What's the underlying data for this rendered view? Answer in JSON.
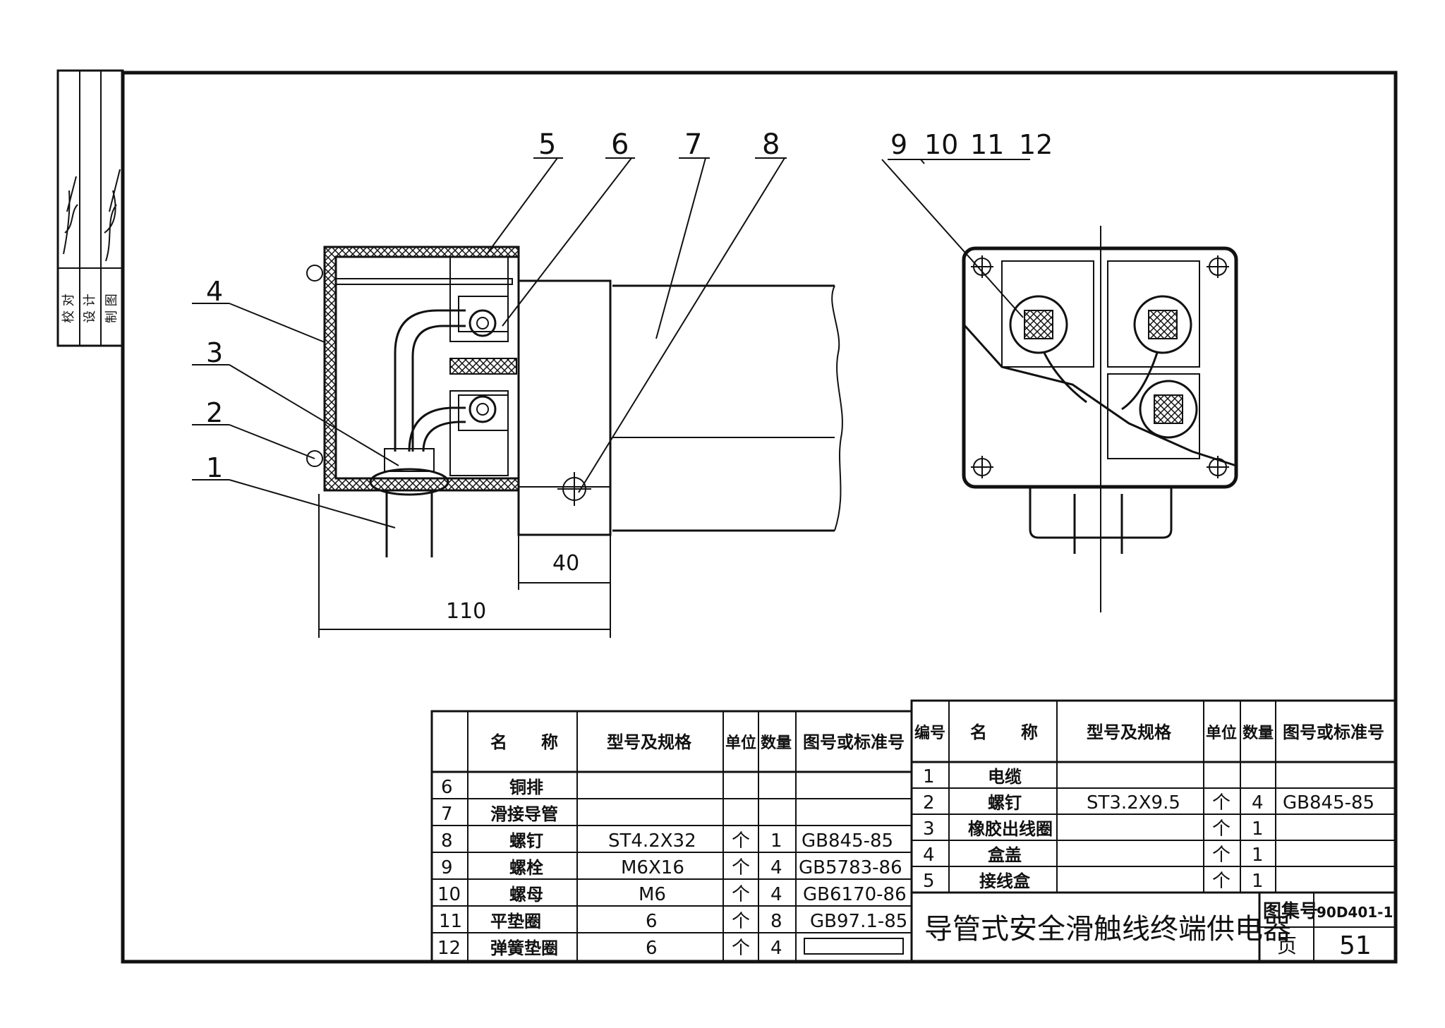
{
  "side_block": {
    "roles": [
      "校 对",
      "设 计",
      "制 图"
    ]
  },
  "callouts": {
    "left": [
      "1",
      "2",
      "3",
      "4",
      "5",
      "6",
      "7",
      "8"
    ],
    "right": [
      "9",
      "10",
      "11",
      "12"
    ]
  },
  "dimensions": {
    "small": "40",
    "large": "110"
  },
  "parts_table": {
    "headers": {
      "name": "名　　称",
      "spec": "型号及规格",
      "unit": "单位",
      "qty": "数量",
      "std": "图号或标准号",
      "no": "编号"
    },
    "left_rows": [
      {
        "no": "6",
        "name": "铜排",
        "spec": "",
        "unit": "",
        "qty": "",
        "std": ""
      },
      {
        "no": "7",
        "name": "滑接导管",
        "spec": "",
        "unit": "",
        "qty": "",
        "std": ""
      },
      {
        "no": "8",
        "name": "螺钉",
        "spec": "ST4.2X32",
        "unit": "个",
        "qty": "1",
        "std": "GB845-85"
      },
      {
        "no": "9",
        "name": "螺栓",
        "spec": "M6X16",
        "unit": "个",
        "qty": "4",
        "std": "GB5783-86"
      },
      {
        "no": "10",
        "name": "螺母",
        "spec": "M6",
        "unit": "个",
        "qty": "4",
        "std": "GB6170-86"
      },
      {
        "no": "11",
        "name": "平垫圈",
        "spec": "6",
        "unit": "个",
        "qty": "8",
        "std": "GB97.1-85"
      },
      {
        "no": "12",
        "name": "弹簧垫圈",
        "spec": "6",
        "unit": "个",
        "qty": "4",
        "std": ""
      }
    ],
    "right_rows": [
      {
        "no": "1",
        "name": "电缆",
        "spec": "",
        "unit": "",
        "qty": "",
        "std": ""
      },
      {
        "no": "2",
        "name": "螺钉",
        "spec": "ST3.2X9.5",
        "unit": "个",
        "qty": "4",
        "std": "GB845-85"
      },
      {
        "no": "3",
        "name": "橡胶出线圈",
        "spec": "",
        "unit": "个",
        "qty": "1",
        "std": ""
      },
      {
        "no": "4",
        "name": "盒盖",
        "spec": "",
        "unit": "个",
        "qty": "1",
        "std": ""
      },
      {
        "no": "5",
        "name": "接线盒",
        "spec": "",
        "unit": "个",
        "qty": "1",
        "std": ""
      }
    ]
  },
  "title_block": {
    "title": "导管式安全滑触线终端供电器",
    "atlas_label": "图集号",
    "atlas_no": "90D401-1",
    "page_label": "页",
    "page_no": "51"
  }
}
